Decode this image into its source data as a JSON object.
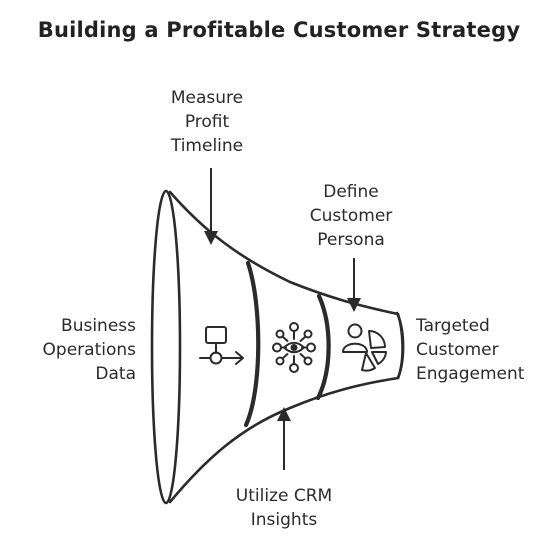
{
  "title": "Building a Profitable Customer Strategy",
  "labels": {
    "measure_profit_timeline": [
      "Measure",
      "Profit",
      "Timeline"
    ],
    "define_customer_persona": [
      "Define",
      "Customer",
      "Persona"
    ],
    "business_operations_data": [
      "Business",
      "Operations",
      "Data"
    ],
    "targeted_customer_engagement": [
      "Targeted",
      "Customer",
      "Engagement"
    ],
    "utilize_crm_insights": [
      "Utilize CRM",
      "Insights"
    ]
  },
  "icons": [
    "flowchart-icon",
    "network-hub-icon",
    "user-persona-chart-icon"
  ],
  "colors": {
    "stroke": "#2b2b2b",
    "background": "#ffffff"
  }
}
